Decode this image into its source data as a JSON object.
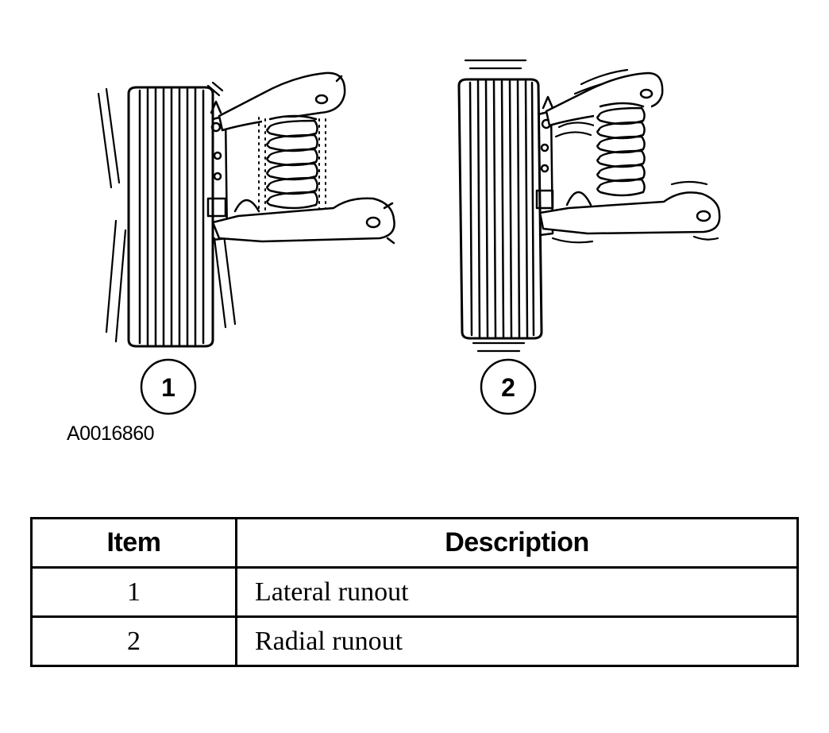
{
  "figure": {
    "id": "A0016860",
    "callouts": [
      "1",
      "2"
    ]
  },
  "legend": {
    "headers": {
      "item": "Item",
      "description": "Description"
    },
    "rows": [
      {
        "item": "1",
        "description": "Lateral runout"
      },
      {
        "item": "2",
        "description": "Radial runout"
      }
    ]
  }
}
